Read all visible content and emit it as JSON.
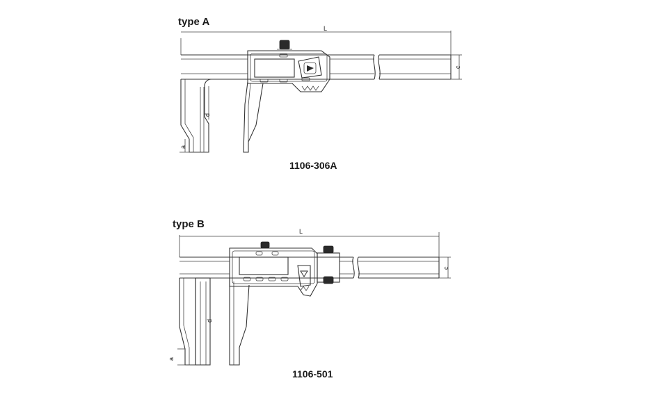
{
  "diagrams": [
    {
      "type_label": "type A",
      "model": "1106-306A",
      "dims": {
        "length": "L",
        "c": "c",
        "d": "d",
        "a": "a"
      }
    },
    {
      "type_label": "type B",
      "model": "1106-501",
      "dims": {
        "length": "L",
        "c": "c",
        "d": "d",
        "a": "a"
      }
    }
  ]
}
